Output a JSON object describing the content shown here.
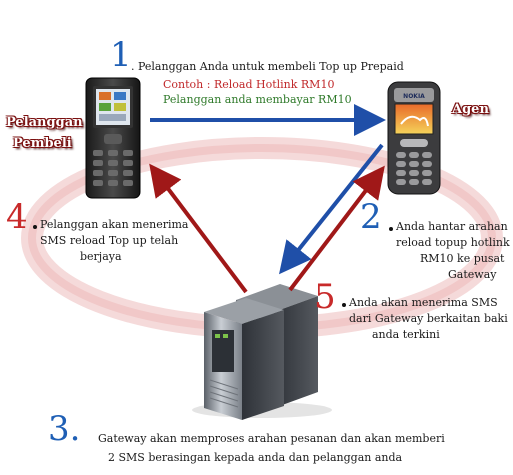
{
  "step1": {
    "number": "1",
    "text": ". Pelanggan Anda untuk membeli Top up Prepaid",
    "example": "Contoh : Reload Hotlink RM10",
    "payment": "Pelanggan anda membayar RM10"
  },
  "step2": {
    "number": "2",
    "lines": [
      "Anda hantar arahan",
      "reload topup hotlink",
      "RM10 ke pusat",
      "Gateway"
    ]
  },
  "step3": {
    "number": "3.",
    "lines": [
      "Gateway akan memproses arahan pesanan dan akan memberi",
      "2 SMS berasingan kepada anda dan pelanggan anda"
    ]
  },
  "step4": {
    "number": "4",
    "lines": [
      "Pelanggan akan menerima",
      "SMS reload Top up telah",
      "berjaya"
    ]
  },
  "step5": {
    "number": "5",
    "lines": [
      "Anda akan menerima SMS",
      "dari Gateway berkaitan baki",
      "anda terkini"
    ]
  },
  "labels": {
    "customer_line1": "Pelanggan",
    "customer_line2": "Pembeli",
    "agent": "Agen"
  },
  "colors": {
    "blue_arrow": "#1f4fa8",
    "red_arrow": "#a01818",
    "ring": "#f2c9c9",
    "example_red": "#c0282a",
    "payment_green": "#2f7a2a"
  }
}
